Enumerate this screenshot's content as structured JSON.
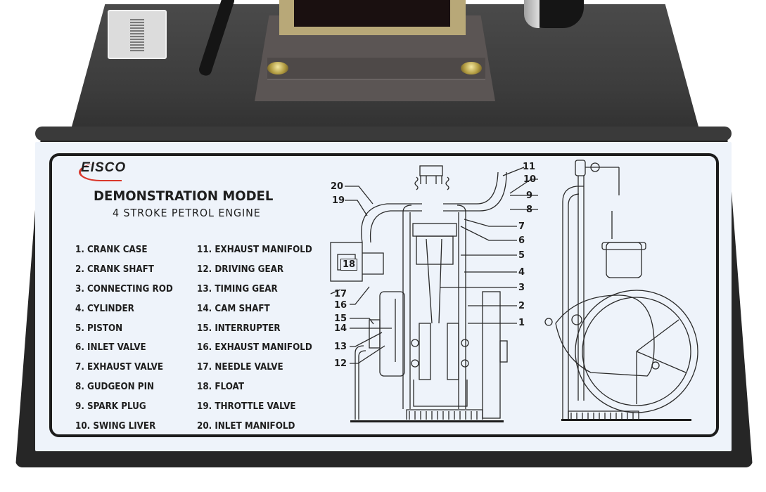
{
  "device": {
    "body_color": "#262626",
    "top_color": "#3c3c3c",
    "mount_color": "#5b5554",
    "brass_color": "#b8a878"
  },
  "label": {
    "brand": "EISCO",
    "brand_accent": "#d9372b",
    "title": "DEMONSTRATION MODEL",
    "subtitle": "4 STROKE PETROL ENGINE",
    "background": "#eef3fa",
    "parts_left": [
      "1. CRANK CASE",
      "2. CRANK SHAFT",
      "3. CONNECTING ROD",
      "4. CYLINDER",
      "5. PISTON",
      "6. INLET VALVE",
      "7. EXHAUST VALVE",
      "8. GUDGEON PIN",
      "9. SPARK PLUG",
      "10. SWING LIVER"
    ],
    "parts_right": [
      "11. EXHAUST MANIFOLD",
      "12. DRIVING GEAR",
      "13. TIMING GEAR",
      "14. CAM SHAFT",
      "15. INTERRUPTER",
      "16. EXHAUST MANIFOLD",
      "17. NEEDLE VALVE",
      "18. FLOAT",
      "19. THROTTLE VALVE",
      "20. INLET MANIFOLD"
    ]
  },
  "diagram": {
    "callouts_left": [
      "20",
      "19",
      "17",
      "16",
      "15",
      "14",
      "13",
      "12"
    ],
    "callouts_right": [
      "11",
      "10",
      "9",
      "8",
      "7",
      "6",
      "5",
      "4",
      "3",
      "2",
      "1"
    ],
    "float_label": "18"
  }
}
